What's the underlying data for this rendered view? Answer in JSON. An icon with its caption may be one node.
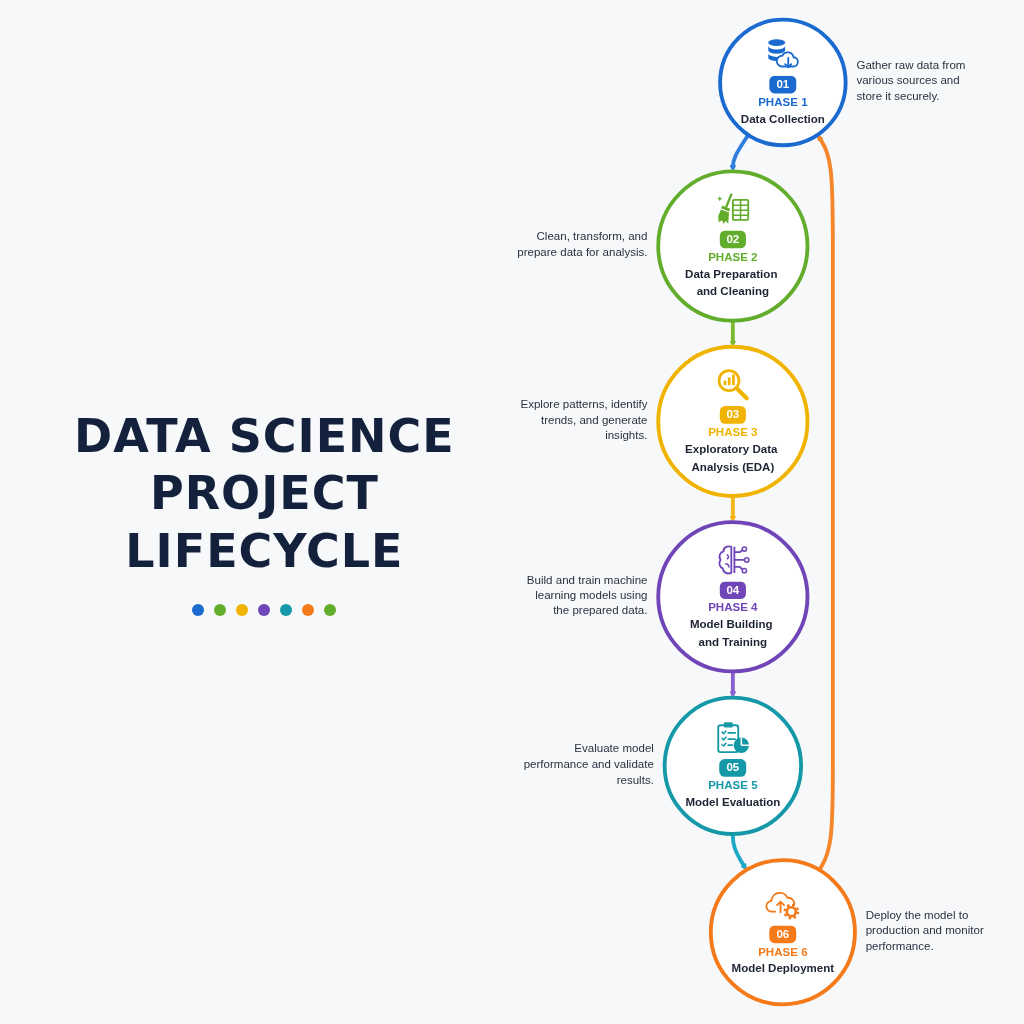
{
  "diagram": {
    "title": "DATA SCIENCE PROJECT LIFECYCLE",
    "nodes": [
      {
        "text": [
          "01",
          "PHASE 1",
          "Data Collection"
        ],
        "beside": [
          "Gather raw data from various sources and store it securely."
        ]
      },
      {
        "text": [
          "02",
          "PHASE 2",
          "Data Preparation and Cleaning"
        ],
        "beside": [
          "Clean, transform, and prepare data for analysis."
        ]
      },
      {
        "text": [
          "03",
          "PHASE 3",
          "Exploratory Data Analysis (EDA)"
        ],
        "beside": [
          "Explore patterns, identify trends, and generate insights."
        ]
      },
      {
        "text": [
          "04",
          "PHASE 4",
          "Model Building and Training"
        ],
        "beside": [
          "Build and train machine learning models using the prepared data."
        ]
      },
      {
        "text": [
          "05",
          "PHASE 5",
          "Model Evaluation"
        ],
        "beside": [
          "Evaluate model performance and validate results."
        ]
      },
      {
        "text": [
          "06",
          "PHASE 6",
          "Model Deployment"
        ],
        "beside": [
          "Deploy the model to production and monitor performance."
        ]
      }
    ],
    "edges": [
      {
        "from": 0,
        "to": 1,
        "arrow": "to",
        "color": "#2f7fe0"
      },
      {
        "from": 1,
        "to": 2,
        "arrow": "to",
        "color": "#7cb82f"
      },
      {
        "from": 2,
        "to": 3,
        "arrow": "to",
        "color": "#f4b41a"
      },
      {
        "from": 3,
        "to": 4,
        "arrow": "to",
        "color": "#8a5fcf"
      },
      {
        "from": 4,
        "to": 5,
        "arrow": "to",
        "color": "#1fa8c6"
      },
      {
        "from": 5,
        "to": 0,
        "arrow": "to",
        "color": "#f5862b"
      }
    ]
  }
}
